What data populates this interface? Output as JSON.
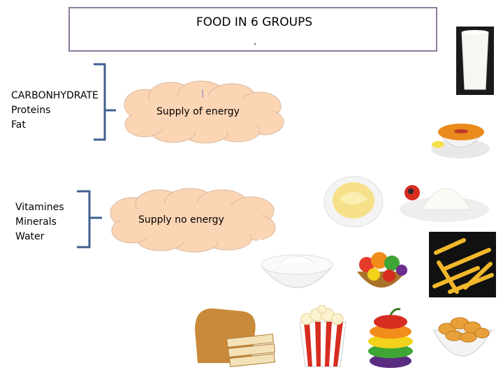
{
  "slide": {
    "title": "FOOD   IN 6 GROUPS",
    "subtitle": "."
  },
  "energy_group": {
    "items": [
      "CARBONHYDRATE",
      "Proteins",
      "Fat"
    ],
    "label": "Supply of energy"
  },
  "no_energy_group": {
    "items": [
      "Vitamines",
      "Minerals",
      "Water"
    ],
    "label": "Supply  no energy"
  },
  "colors": {
    "title_border": "#8e7a9a",
    "bracket": "#3f5f8f",
    "cloud_fill": "#fcd5b4",
    "cloud_stroke": "#d9b9a0"
  },
  "food_images": [
    "milk-glass",
    "lentil-soup",
    "mashed-potato",
    "rice-with-tomato",
    "yogurt-bowl",
    "vegetable-basket",
    "french-fries",
    "bread-loaf",
    "popcorn",
    "fruit-stack",
    "corn-flakes"
  ]
}
